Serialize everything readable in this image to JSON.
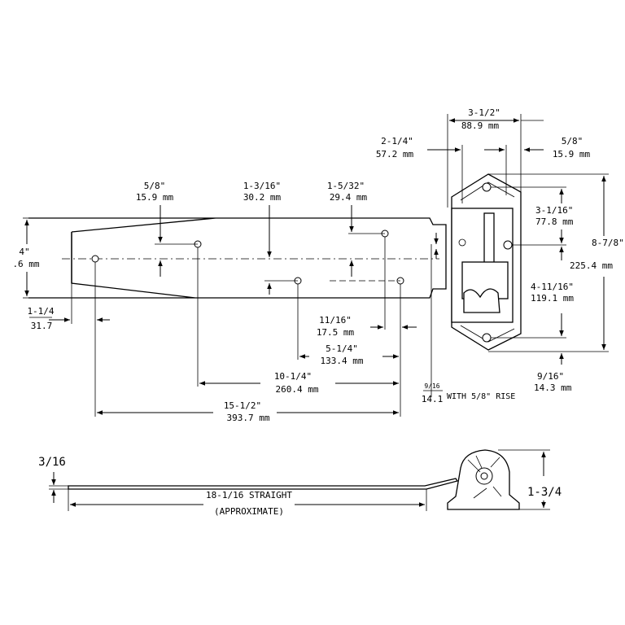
{
  "dims": {
    "top_w": [
      "3-1/2\"",
      "88.9 mm"
    ],
    "top_l": [
      "2-1/4\"",
      "57.2 mm"
    ],
    "top_r": [
      "5/8\"",
      "15.9 mm"
    ],
    "strap_a": [
      "5/8\"",
      "15.9 mm"
    ],
    "strap_b": [
      "1-3/16\"",
      "30.2 mm"
    ],
    "strap_c": [
      "1-5/32\"",
      "29.4 mm"
    ],
    "width_l": [
      "4\"",
      ".6 mm"
    ],
    "height_r": [
      "8-7/8\"",
      "225.4 mm"
    ],
    "side_a": [
      "3-1/16\"",
      "77.8 mm"
    ],
    "side_b": [
      "4-11/16\"",
      "119.1 mm"
    ],
    "side_c": [
      "9/16\"",
      "14.3 mm"
    ],
    "end_l": [
      "1-1/4",
      "31.7"
    ],
    "hole_a": [
      "11/16\"",
      "17.5 mm"
    ],
    "hole_b": [
      "5-1/4\"",
      "133.4 mm"
    ],
    "hole_c": [
      "10-1/4\"",
      "260.4 mm"
    ],
    "hole_d": [
      "15-1/2\"",
      "393.7 mm"
    ],
    "rise": [
      "9/16",
      "14.1",
      "WITH 5/8\" RISE"
    ]
  },
  "side_view": {
    "thickness": "3/16",
    "length": "18-1/16 STRAIGHT",
    "length_note": "(APPROXIMATE)",
    "height": "1-3/4"
  }
}
